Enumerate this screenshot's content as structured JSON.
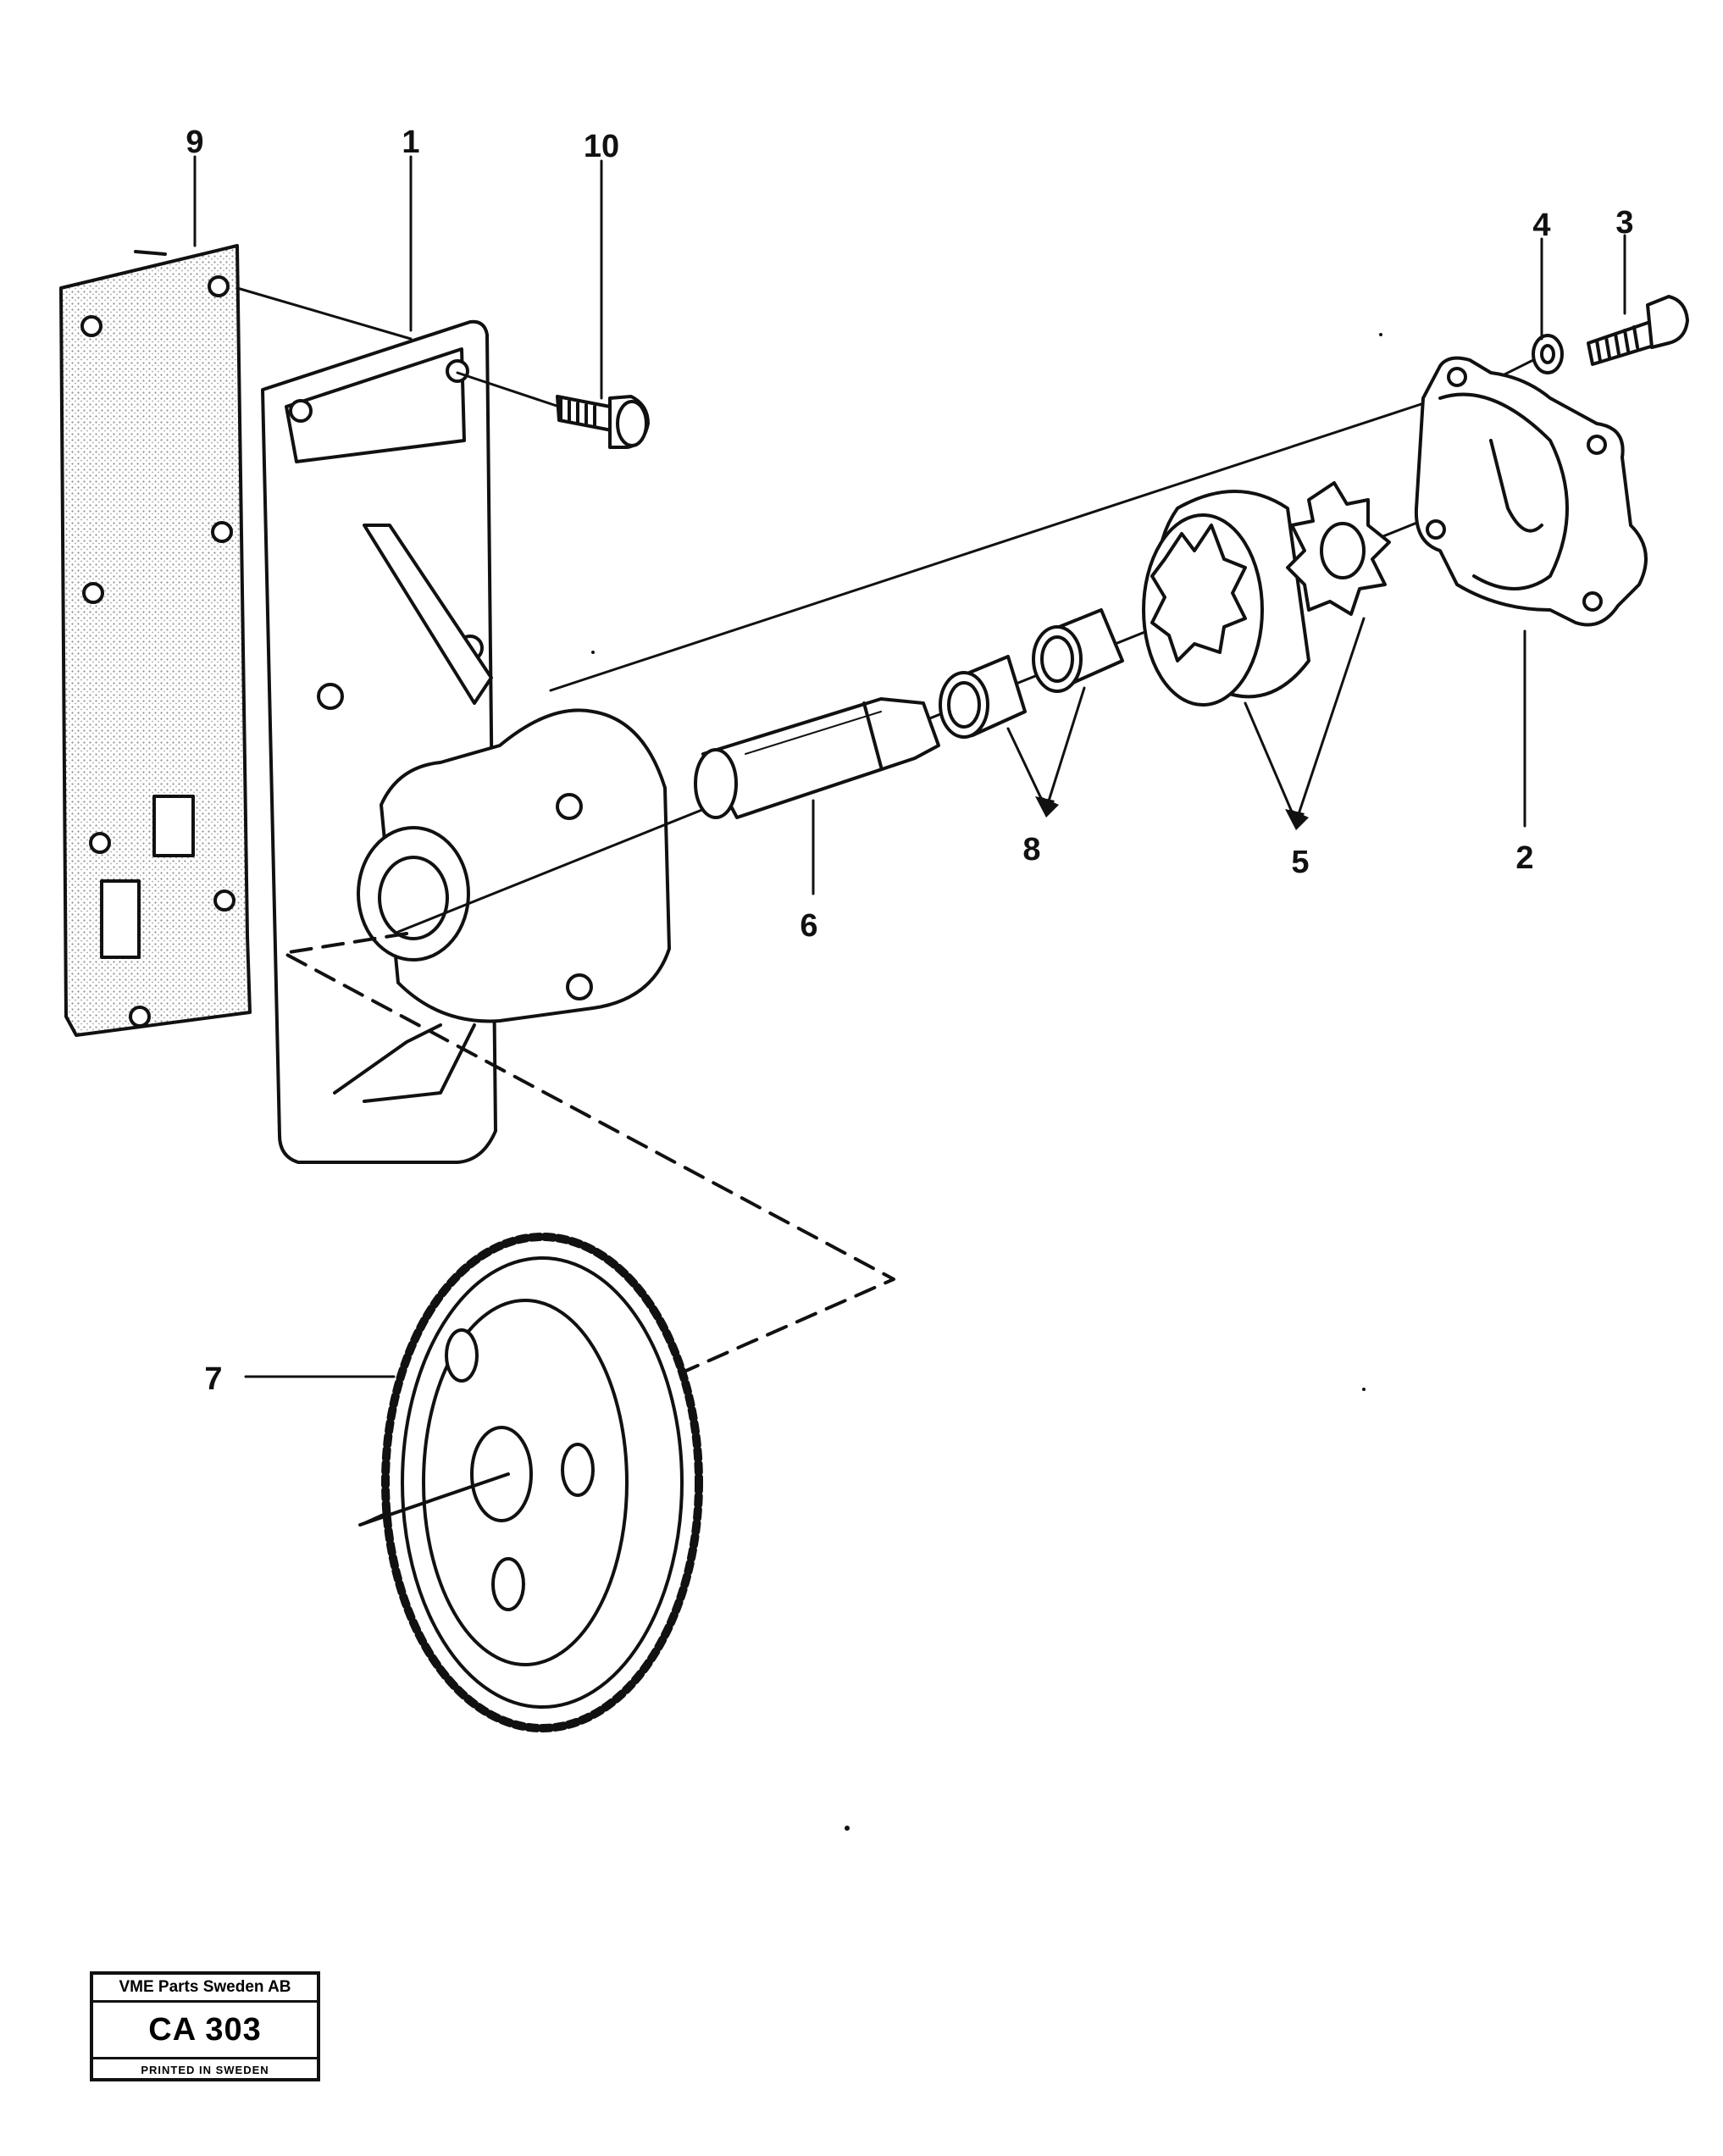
{
  "callouts": {
    "c1": "1",
    "c2": "2",
    "c3": "3",
    "c4": "4",
    "c5": "5",
    "c6": "6",
    "c7": "7",
    "c8": "8",
    "c9": "9",
    "c10": "10"
  },
  "title_block": {
    "company": "VME Parts Sweden AB",
    "code": "CA 303",
    "printed": "PRINTED IN SWEDEN"
  }
}
